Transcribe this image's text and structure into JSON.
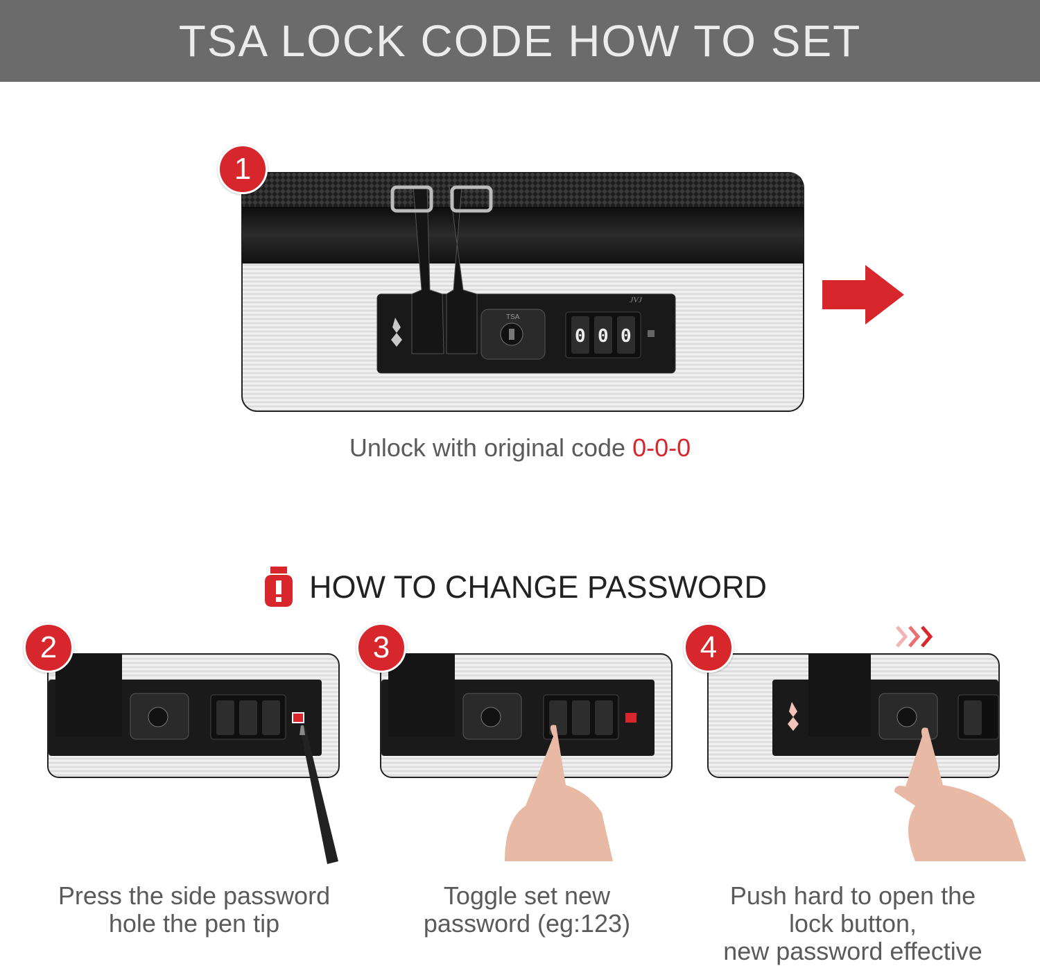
{
  "header": {
    "title": "TSA LOCK CODE HOW TO SET"
  },
  "step1": {
    "number": "1",
    "caption_prefix": "Unlock with original code ",
    "caption_code": "0-0-0",
    "brand": "JVJ",
    "lock_label": "TSA",
    "digits": [
      "0",
      "0",
      "0"
    ]
  },
  "section": {
    "title": "HOW TO CHANGE PASSWORD"
  },
  "steps": [
    {
      "number": "2",
      "caption_line1": "Press the side password",
      "caption_line2": "hole the pen tip",
      "caption_line3": ""
    },
    {
      "number": "3",
      "caption_line1": "Toggle set new",
      "caption_line2": "password (eg:123)",
      "caption_line3": ""
    },
    {
      "number": "4",
      "caption_line1": "Push hard to open the",
      "caption_line2": "lock button,",
      "caption_line3": "new password effective"
    }
  ],
  "colors": {
    "accent": "#d8262d",
    "header_bg": "#6b6b6b",
    "caption": "#5a5a5a"
  },
  "icons": {
    "arrow": "right-arrow-icon",
    "warning": "exclamation-icon",
    "motion": "chevron-triple-right-icon"
  }
}
